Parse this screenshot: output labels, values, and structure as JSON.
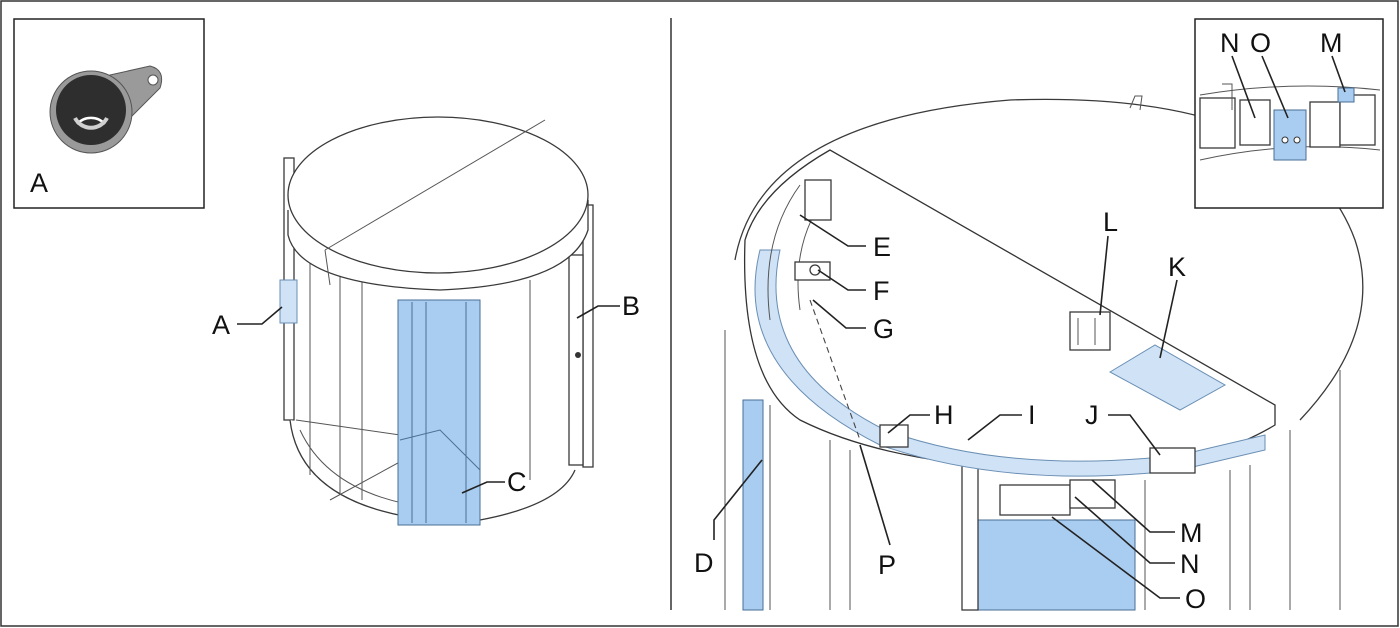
{
  "callouts": {
    "inset_left": "A",
    "a": "A",
    "b": "B",
    "c": "C",
    "d": "D",
    "e": "E",
    "f": "F",
    "g": "G",
    "h": "H",
    "i": "I",
    "j": "J",
    "k": "K",
    "l": "L",
    "m": "M",
    "n": "N",
    "o": "O",
    "p": "P",
    "inset_n": "N",
    "inset_o": "O",
    "inset_m": "M"
  },
  "colors": {
    "highlight": "#a9cdf0",
    "line": "#222222",
    "frame": "#333333"
  }
}
